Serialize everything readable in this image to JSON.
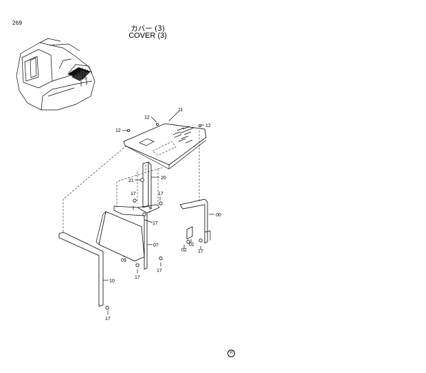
{
  "page_number": "269",
  "title_jp": "カバー (3)",
  "title_en": "COVER (3)",
  "callouts": {
    "c11": "11",
    "c12a": "12",
    "c12b": "12",
    "c12c": "12",
    "c20": "20",
    "c21": "21",
    "c17a": "17",
    "c17b": "17",
    "c17c": "17",
    "c17d": "17",
    "c17e": "17",
    "c17f": "17",
    "c00": "00",
    "c01": "01",
    "c02": "02",
    "c07": "07",
    "c09": "09",
    "c10": "10"
  },
  "footer_mark": "Ⓗ"
}
